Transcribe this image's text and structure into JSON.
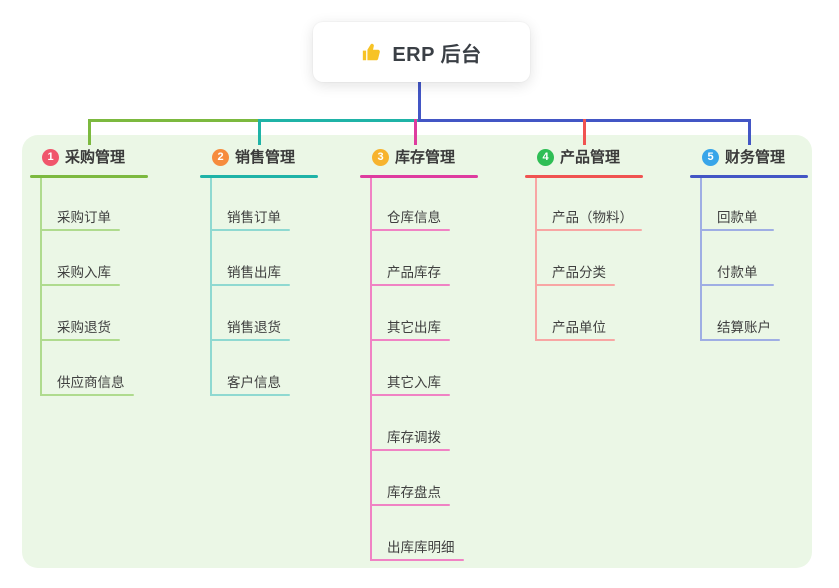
{
  "root": {
    "label": "ERP 后台",
    "icon": "thumbs-up-icon",
    "icon_color": "#f7c325"
  },
  "colors": {
    "panel_bg": "#ebf7e6",
    "root_line": "#4356c5",
    "text": "#3a3a3a"
  },
  "branches": [
    {
      "index": "1",
      "title": "采购管理",
      "badge_color": "#f0566c",
      "line_color": "#7cb93f",
      "light_color": "#afdb8e",
      "children": [
        "采购订单",
        "采购入库",
        "采购退货",
        "供应商信息"
      ]
    },
    {
      "index": "2",
      "title": "销售管理",
      "badge_color": "#f68c3e",
      "line_color": "#1fb3a7",
      "light_color": "#8fd9d1",
      "children": [
        "销售订单",
        "销售出库",
        "销售退货",
        "客户信息"
      ]
    },
    {
      "index": "3",
      "title": "库存管理",
      "badge_color": "#f7b32e",
      "line_color": "#de3c9f",
      "light_color": "#f083c4",
      "children": [
        "仓库信息",
        "产品库存",
        "其它出库",
        "其它入库",
        "库存调拨",
        "库存盘点",
        "出库库明细"
      ]
    },
    {
      "index": "4",
      "title": "产品管理",
      "badge_color": "#2fbe55",
      "line_color": "#f05351",
      "light_color": "#f8a6a4",
      "children": [
        "产品（物料）",
        "产品分类",
        "产品单位"
      ]
    },
    {
      "index": "5",
      "title": "财务管理",
      "badge_color": "#38a5e9",
      "line_color": "#4356c5",
      "light_color": "#9faee4",
      "children": [
        "回款单",
        "付款单",
        "结算账户"
      ]
    }
  ]
}
